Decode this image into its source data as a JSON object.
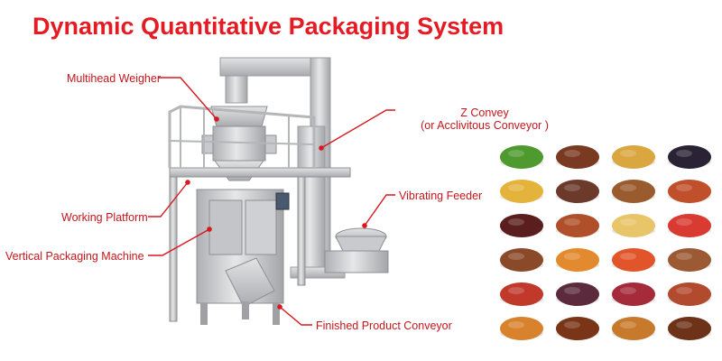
{
  "title": "Dynamic Quantitative Packaging System",
  "labels": {
    "multihead_weigher": "Multihead Weigher",
    "z_convey_line1": "Z Convey",
    "z_convey_line2": "(or Acclivitous Conveyor )",
    "vibrating_feeder": "Vibrating Feeder",
    "working_platform": "Working Platform",
    "vertical_packaging_machine": "Vertical Packaging Machine",
    "finished_product_conveyor": "Finished Product Conveyor"
  },
  "colors": {
    "title": "#e31b23",
    "label": "#c4161c",
    "leader_line": "#d7191f",
    "steel_light": "#d9dadc",
    "steel_mid": "#b9bbbe",
    "steel_dark": "#8e9094"
  },
  "food_samples": [
    {
      "name": "green-bean-sample",
      "color": "#4e9a2f"
    },
    {
      "name": "dried-fig-sample",
      "color": "#7a3a22"
    },
    {
      "name": "banana-chip-sample",
      "color": "#d9a640"
    },
    {
      "name": "blueberry-sample",
      "color": "#2a2335"
    },
    {
      "name": "pineapple-sample",
      "color": "#e4b33c"
    },
    {
      "name": "raisin-sample",
      "color": "#6b3a2a"
    },
    {
      "name": "dried-apricot-sample",
      "color": "#9a5b2e"
    },
    {
      "name": "mixed-fruit-sample",
      "color": "#c0502c"
    },
    {
      "name": "cranberry-sample",
      "color": "#5a1e1e"
    },
    {
      "name": "almond-sample",
      "color": "#b0502a"
    },
    {
      "name": "apple-ring-sample",
      "color": "#e9c56a"
    },
    {
      "name": "cherry-sample",
      "color": "#d93a32"
    },
    {
      "name": "trail-mix-sample",
      "color": "#8a4a2a"
    },
    {
      "name": "mango-sample",
      "color": "#e38a2e"
    },
    {
      "name": "papaya-cube-sample",
      "color": "#e2552a"
    },
    {
      "name": "nut-mix-sample",
      "color": "#9c5a34"
    },
    {
      "name": "goji-sample",
      "color": "#c0392b"
    },
    {
      "name": "berry-mix-sample",
      "color": "#5b2a3c"
    },
    {
      "name": "strawberry-sample",
      "color": "#a52a3a"
    },
    {
      "name": "dried-plum-sample",
      "color": "#b24a2e"
    },
    {
      "name": "peach-slice-sample",
      "color": "#d8822e"
    },
    {
      "name": "date-sample",
      "color": "#7a3418"
    },
    {
      "name": "persimmon-sample",
      "color": "#c87a2c"
    },
    {
      "name": "tamarind-sample",
      "color": "#6d3218"
    }
  ]
}
